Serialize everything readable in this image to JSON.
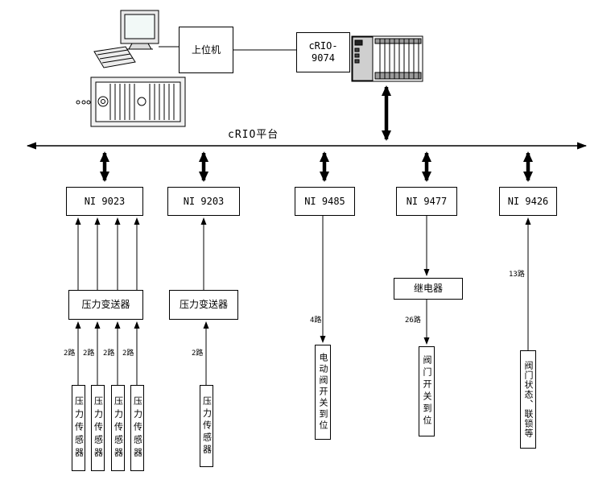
{
  "bus": {
    "label": "cRIO平台"
  },
  "host_box": {
    "label": "上位机"
  },
  "crio_box": {
    "line1": "cRIO-",
    "line2": "9074"
  },
  "modules": [
    {
      "label": "NI 9023"
    },
    {
      "label": "NI 9203"
    },
    {
      "label": "NI 9485"
    },
    {
      "label": "NI 9477"
    },
    {
      "label": "NI 9426"
    }
  ],
  "transmitters": {
    "left": "压力变送器",
    "mid": "压力变送器"
  },
  "relay": {
    "label": "继电器"
  },
  "sensors_left": [
    "压力传感器",
    "压力传感器",
    "压力传感器",
    "压力传感器"
  ],
  "sensor_mid": "压力传感器",
  "actuators": {
    "electric_valve": "电动阀开关到位",
    "valve_switch": "阀门开关到位",
    "valve_status": "阀门状态、联锁等"
  },
  "channels": {
    "left": [
      "2路",
      "2路",
      "2路",
      "2路"
    ],
    "mid": "2路",
    "ni9485": "4路",
    "ni9477": "26路",
    "ni9426": "13路"
  },
  "icons": {
    "computer": "desktop-computer-icon",
    "server": "rack-server-icon",
    "controller": "crio-controller-icon"
  },
  "colors": {
    "line": "#000000",
    "background": "#ffffff"
  }
}
